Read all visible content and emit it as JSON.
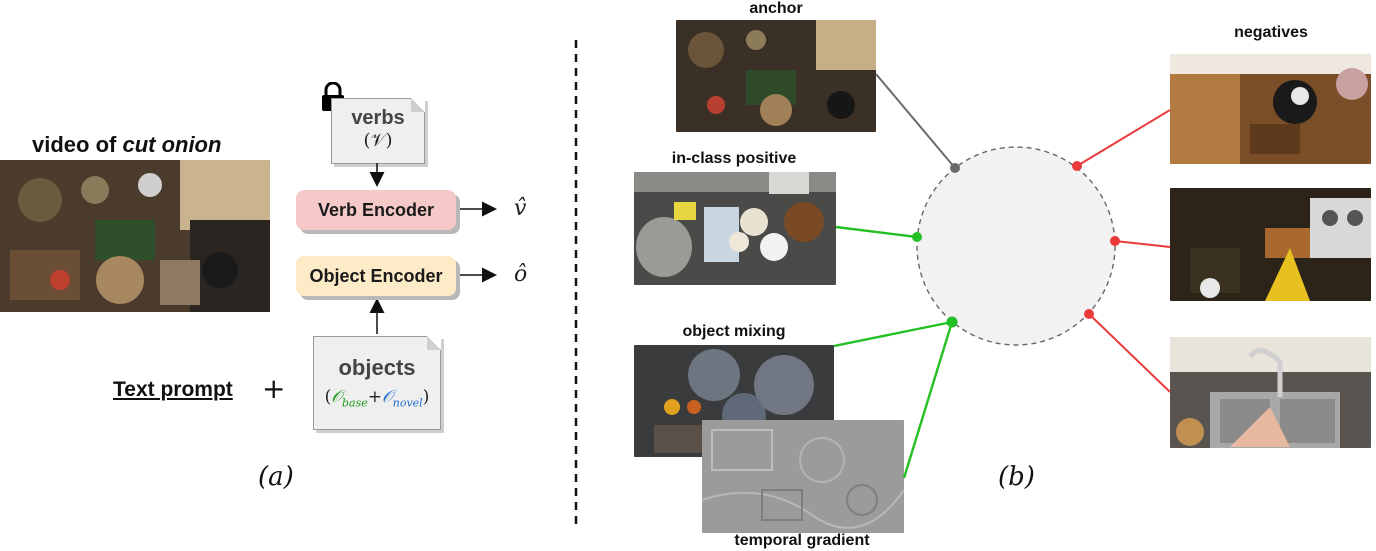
{
  "panel_a": {
    "video_title_prefix": "video of ",
    "video_title_action": "cut onion",
    "verbs_doc": {
      "title": "verbs",
      "symbol": "(𝒱)"
    },
    "verb_encoder": {
      "label": "Verb Encoder",
      "output": "v̂"
    },
    "object_encoder": {
      "label": "Object Encoder",
      "output": "ô"
    },
    "objects_doc": {
      "title": "objects",
      "open_paren": "(",
      "base_symbol": "𝒪",
      "base_sub": "base",
      "plus": "+",
      "novel_symbol": "𝒪",
      "novel_sub": "novel",
      "close_paren": ")"
    },
    "text_prompt": "Text prompt",
    "plus_sign": "+",
    "caption": "(a)",
    "lock_icon": "lock-icon"
  },
  "panel_b": {
    "anchor_label": "anchor",
    "positive_label": "in-class positive",
    "mixing_label": "object mixing",
    "gradient_label": "temporal gradient",
    "negatives_label": "negatives",
    "caption": "(b)",
    "colors": {
      "anchor_line": "#6b6b6b",
      "positive_line": "#22c022",
      "negative_line": "#ea3a3a",
      "circle_fill": "#f2f2f2"
    }
  }
}
